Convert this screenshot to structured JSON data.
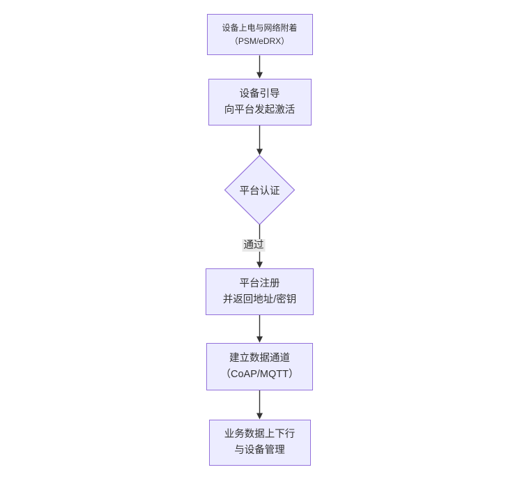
{
  "canvas": {
    "background": "#ffffff"
  },
  "theme": {
    "canvas_bg": "#ffffff",
    "node_fill": "#ECECFF",
    "node_border": "#9370DB",
    "node_text": "#333333",
    "edge_color": "#333333",
    "edge_label_bg": "#e8e8e8"
  },
  "flowchart": {
    "type": "flowchart-top-down",
    "nodes": [
      {
        "id": "power-attach",
        "shape": "rect",
        "lines": [
          "设备上电与网络附着",
          "（PSM/eDRX）"
        ]
      },
      {
        "id": "bootstrap-activate",
        "shape": "rect",
        "lines": [
          "设备引导",
          "向平台发起激活"
        ]
      },
      {
        "id": "platform-auth",
        "shape": "diamond",
        "lines": [
          "平台认证"
        ]
      },
      {
        "id": "platform-register",
        "shape": "rect",
        "lines": [
          "平台注册",
          "并返回地址/密钥"
        ]
      },
      {
        "id": "data-channel",
        "shape": "rect",
        "lines": [
          "建立数据通道",
          "（CoAP/MQTT）"
        ]
      },
      {
        "id": "business-data",
        "shape": "rect",
        "lines": [
          "业务数据上下行",
          "与设备管理"
        ]
      }
    ],
    "edges": [
      {
        "from": "power-attach",
        "to": "bootstrap-activate",
        "label": ""
      },
      {
        "from": "bootstrap-activate",
        "to": "platform-auth",
        "label": ""
      },
      {
        "from": "platform-auth",
        "to": "platform-register",
        "label": "通过"
      },
      {
        "from": "platform-register",
        "to": "data-channel",
        "label": ""
      },
      {
        "from": "data-channel",
        "to": "business-data",
        "label": ""
      }
    ]
  }
}
